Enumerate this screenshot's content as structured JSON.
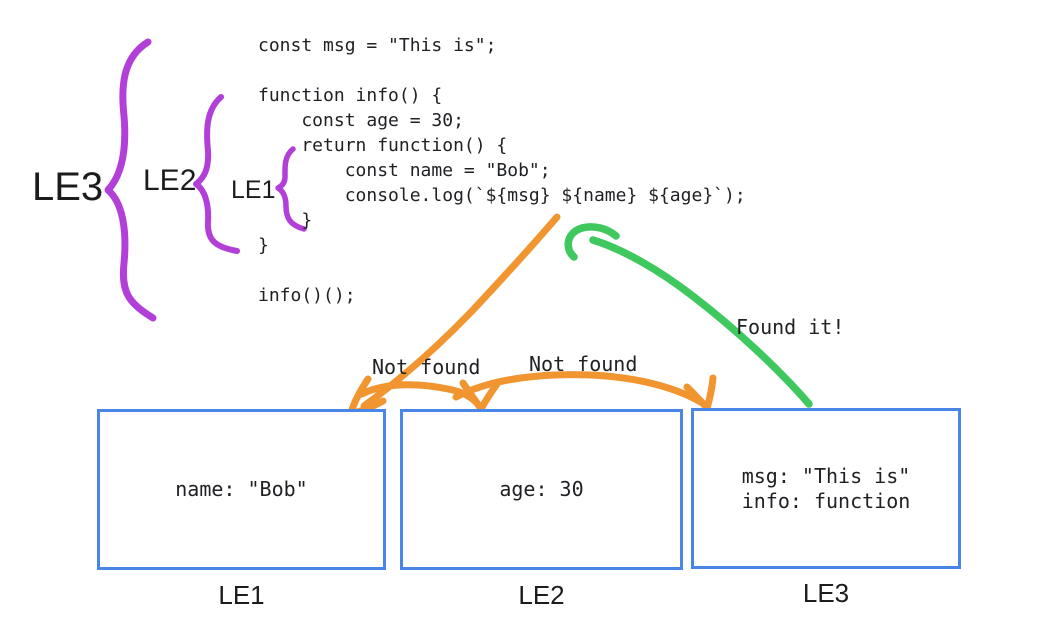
{
  "code": {
    "text": "const msg = \"This is\";\n\nfunction info() {\n    const age = 30;\n    return function() {\n        const name = \"Bob\";\n        console.log(`${msg} ${name} ${age}`);\n    }\n}\n\ninfo()();"
  },
  "scopes": {
    "le3": {
      "label": "LE3"
    },
    "le2": {
      "label": "LE2"
    },
    "le1": {
      "label": "LE1"
    }
  },
  "annotations": {
    "not_found_left": "Not found",
    "not_found_right": "Not found",
    "found_it": "Found it!"
  },
  "environments": [
    {
      "label": "LE1",
      "entries_text": "name: \"Bob\""
    },
    {
      "label": "LE2",
      "entries_text": "age: 30"
    },
    {
      "label": "LE3",
      "entries_text": "msg: \"This is\"\ninfo: function"
    }
  ],
  "colors": {
    "purple": "#b23fd8",
    "orange": "#f0952f",
    "green": "#3fc85e",
    "box_border": "#4a86e8",
    "text": "#202124"
  }
}
